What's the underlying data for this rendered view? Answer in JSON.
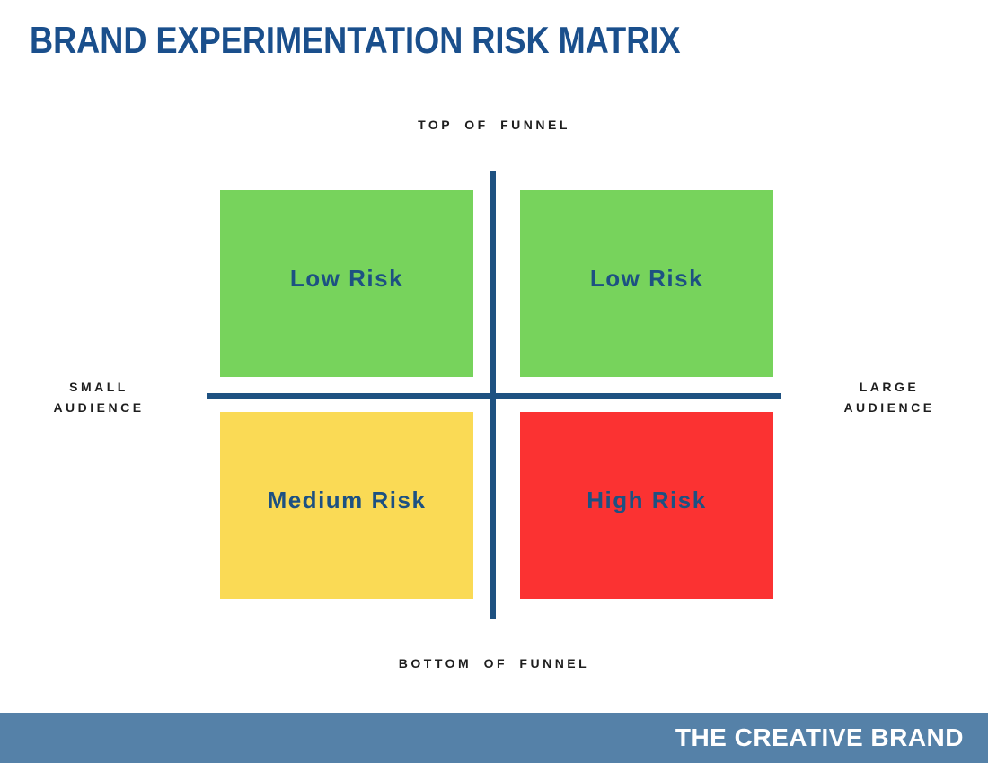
{
  "title": "BRAND EXPERIMENTATION RISK MATRIX",
  "title_color": "#1A4F8C",
  "matrix": {
    "axis_labels": {
      "top": "TOP OF FUNNEL",
      "bottom": "BOTTOM OF FUNNEL",
      "left": "SMALL AUDIENCE",
      "right": "LARGE AUDIENCE"
    },
    "axis_line_color": "#1E5181",
    "quadrant_label_color": "#1D5182",
    "quadrants": [
      {
        "position": "top-left",
        "label": "Low Risk",
        "color": "#77D35C"
      },
      {
        "position": "top-right",
        "label": "Low Risk",
        "color": "#77D35C"
      },
      {
        "position": "bottom-left",
        "label": "Medium Risk",
        "color": "#FADA55"
      },
      {
        "position": "bottom-right",
        "label": "High Risk",
        "color": "#FB3232"
      }
    ]
  },
  "footer": {
    "brand": "THE CREATIVE BRAND",
    "background": "#5581A8",
    "text_color": "#FFFFFF"
  }
}
